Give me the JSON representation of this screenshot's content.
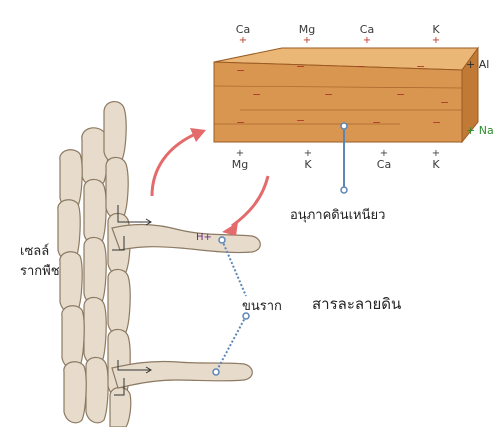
{
  "labels": {
    "plant_cells": [
      "เซลล์",
      "รากพืช"
    ],
    "clay_particle": "อนุภาคดินเหนียว",
    "root_hair": "ขนราก",
    "soil_solution": "สารละลายดิน",
    "hydrogen_ion": "H+"
  },
  "ions_top": [
    {
      "symbol": "Ca",
      "charge": "+"
    },
    {
      "symbol": "Mg",
      "charge": "+"
    },
    {
      "symbol": "Ca",
      "charge": "+"
    },
    {
      "symbol": "K",
      "charge": "+"
    }
  ],
  "ions_bottom": [
    {
      "symbol": "Mg",
      "charge": "+"
    },
    {
      "symbol": "K",
      "charge": "+"
    },
    {
      "symbol": "Ca",
      "charge": "+"
    },
    {
      "symbol": "K",
      "charge": "+"
    }
  ],
  "ions_side": [
    {
      "symbol": "+ Al",
      "color": "#2d2d2d"
    },
    {
      "symbol": "+ Na",
      "color": "#2e8b2e"
    }
  ],
  "particle_charges": [
    "−",
    "−",
    "−",
    "−",
    "−",
    "−",
    "−",
    "−",
    "−",
    "−",
    "−",
    "−"
  ],
  "colors": {
    "clay_top": "#eab777",
    "clay_front": "#d99650",
    "clay_side": "#c07a35",
    "root_fill": "#e7dccb",
    "root_stroke": "#8c7a63",
    "arrow": "#e46b6b",
    "connector": "#5c86b8"
  }
}
